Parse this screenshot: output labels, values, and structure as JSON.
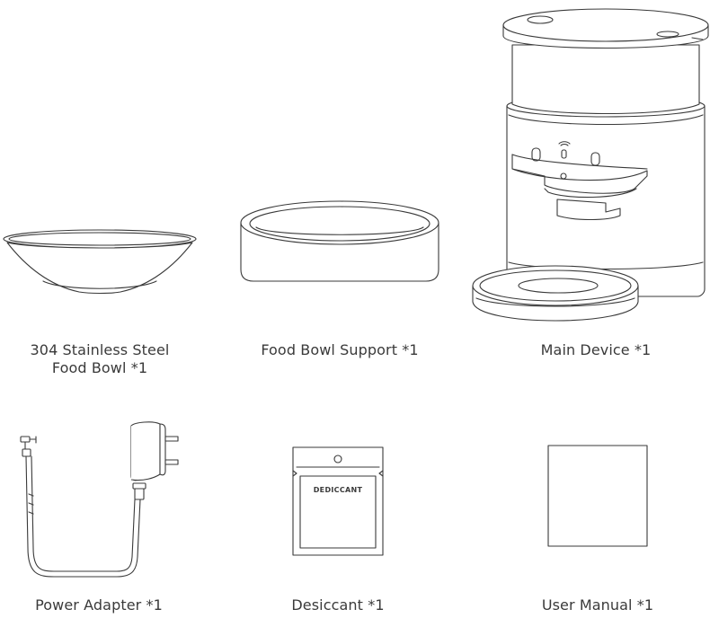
{
  "items": [
    {
      "id": "food-bowl",
      "caption": "304 Stainless Steel\nFood Bowl *1"
    },
    {
      "id": "bowl-support",
      "caption": "Food Bowl Support *1"
    },
    {
      "id": "main-device",
      "caption": "Main Device *1"
    },
    {
      "id": "power-adapter",
      "caption": "Power Adapter *1"
    },
    {
      "id": "desiccant",
      "caption": "Desiccant *1",
      "pack_label": "DEDICCANT"
    },
    {
      "id": "user-manual",
      "caption": "User Manual *1"
    }
  ]
}
